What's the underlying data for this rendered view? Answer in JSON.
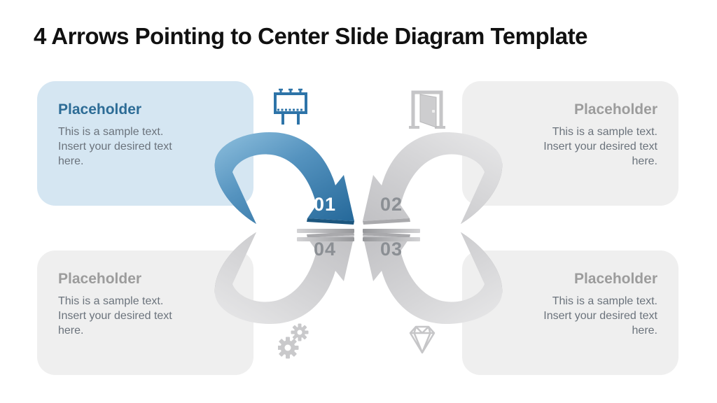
{
  "slide": {
    "title": "4 Arrows Pointing to Center Slide Diagram Template"
  },
  "boxes": {
    "top_left": {
      "title": "Placeholder",
      "body": "This is a sample text.\nInsert your desired text\nhere."
    },
    "top_right": {
      "title": "Placeholder",
      "body": "This is a sample text.\nInsert your desired text\nhere."
    },
    "bottom_left": {
      "title": "Placeholder",
      "body": "This is a sample text.\nInsert your desired text\nhere."
    },
    "bottom_right": {
      "title": "Placeholder",
      "body": "This is a sample text.\nInsert your desired text\nhere."
    }
  },
  "arrows": [
    {
      "number": "01",
      "color": "blue"
    },
    {
      "number": "02",
      "color": "gray"
    },
    {
      "number": "03",
      "color": "gray"
    },
    {
      "number": "04",
      "color": "gray"
    }
  ],
  "icons": [
    "billboard-icon",
    "door-icon",
    "gears-icon",
    "diamond-icon"
  ],
  "colors": {
    "arrow_blue": "#4e8db9",
    "arrow_blue_dark": "#1c567e",
    "arrow_gray": "#d2d2d4",
    "arrow_gray_dark": "#939396",
    "box_blue_bg": "#d5e6f2",
    "box_gray_bg": "#efefef",
    "title_blue": "#2d6c96",
    "title_gray": "#9c9c9c",
    "body_text": "#6b737c",
    "icon_blue": "#2e74a8",
    "icon_gray": "#c5c5c7",
    "number_on_blue": "#ffffff",
    "number_gray": "#8b8f94"
  }
}
